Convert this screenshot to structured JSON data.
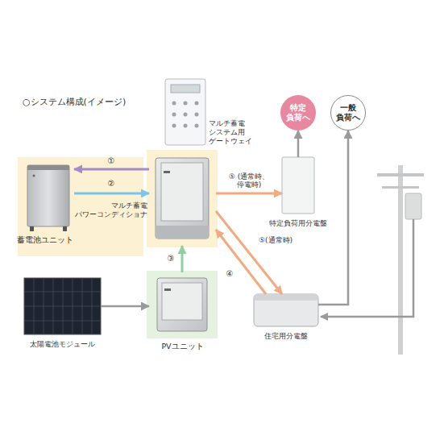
{
  "diagram": {
    "title": "○システム構成(イメージ)",
    "nodes": [
      {
        "text": [
          "蓄電池ユニット"
        ]
      },
      {
        "text": [
          "マルチ蓄電 システム用 ゲートウェイ"
        ]
      },
      {
        "text": [
          "マルチ蓄電 パワーコンディショナ"
        ]
      },
      {
        "text": [
          "特定 負荷へ"
        ]
      },
      {
        "text": [
          "一般 負荷へ"
        ]
      },
      {
        "text": [
          "特定負荷用分電盤"
        ]
      },
      {
        "text": [
          "太陽電池モジュール"
        ]
      },
      {
        "text": [
          "PVユニット"
        ]
      },
      {
        "text": [
          "住宅用分電盤"
        ]
      }
    ],
    "edges": [
      {
        "from": 2,
        "to": 0,
        "arrow": "to",
        "label": "①"
      },
      {
        "from": 0,
        "to": 2,
        "arrow": "to",
        "label": "②"
      },
      {
        "from": 7,
        "to": 2,
        "arrow": "to",
        "label": "③"
      },
      {
        "from": 2,
        "to": 5,
        "arrow": "to",
        "label": "⑤ (通常時、停電時)"
      },
      {
        "from": 8,
        "to": 2,
        "arrow": "to",
        "label": "④"
      },
      {
        "from": 2,
        "to": 8,
        "arrow": "to",
        "label": "⑤(通常時)"
      },
      {
        "from": 6,
        "to": 7,
        "arrow": "to"
      },
      {
        "from": 5,
        "to": 3,
        "arrow": "to"
      },
      {
        "from": 8,
        "to": 4,
        "arrow": "to"
      }
    ]
  }
}
